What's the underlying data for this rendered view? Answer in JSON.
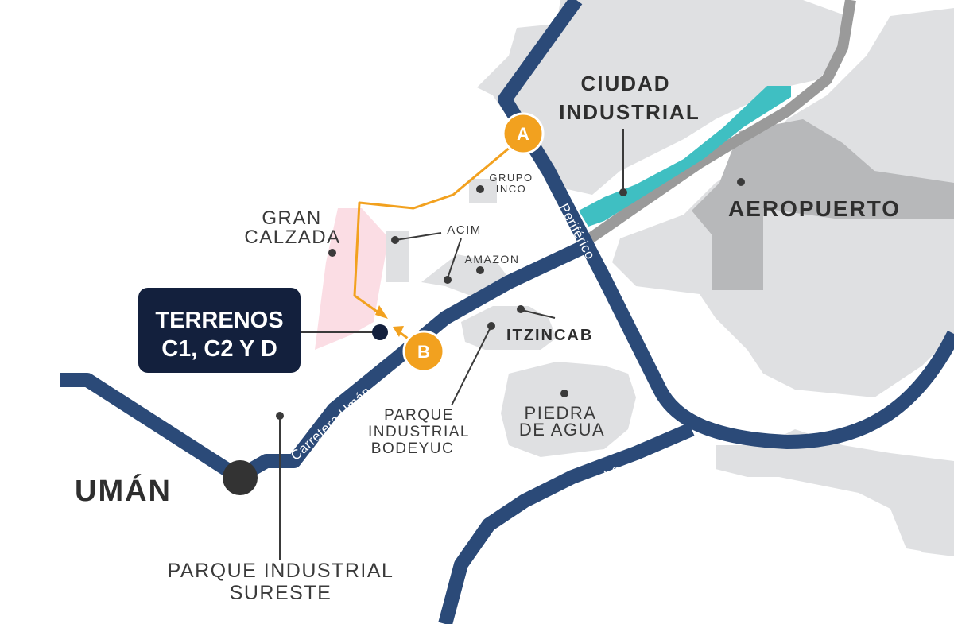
{
  "map": {
    "colors": {
      "road": "#2b4a78",
      "urban": "#dfe0e2",
      "airport": "#b7b8ba",
      "route": "#f2a11f",
      "industrial_zone": "#3fbfc2",
      "gran_calzada": "#fbdde4",
      "railway": "#9a9a9a",
      "box": "#13203d"
    },
    "places": {
      "ciudad_industrial_1": "CIUDAD",
      "ciudad_industrial_2": "INDUSTRIAL",
      "aeropuerto": "AEROPUERTO",
      "gran_calzada_1": "GRAN",
      "gran_calzada_2": "CALZADA",
      "grupo_inco_1": "GRUPO",
      "grupo_inco_2": "INCO",
      "acim": "ACIM",
      "amazon": "AMAZON",
      "itzincab": "ITZINCAB",
      "piedra_agua_1": "PIEDRA",
      "piedra_agua_2": "DE AGUA",
      "bodeyuc_1": "PARQUE",
      "bodeyuc_2": "INDUSTRIAL",
      "bodeyuc_3": "BODEYUC",
      "uman": "UMÁN",
      "sureste_1": "PARQUE INDUSTRIAL",
      "sureste_2": "SURESTE"
    },
    "roads": {
      "periferico": "Periférico",
      "carretera_uman": "Carretera Umán",
      "carretera_campeche": "Carretera Campeche"
    },
    "markers": {
      "a": "A",
      "b": "B"
    },
    "terrenos": {
      "line1": "TERRENOS",
      "line2": "C1, C2 Y D"
    }
  }
}
